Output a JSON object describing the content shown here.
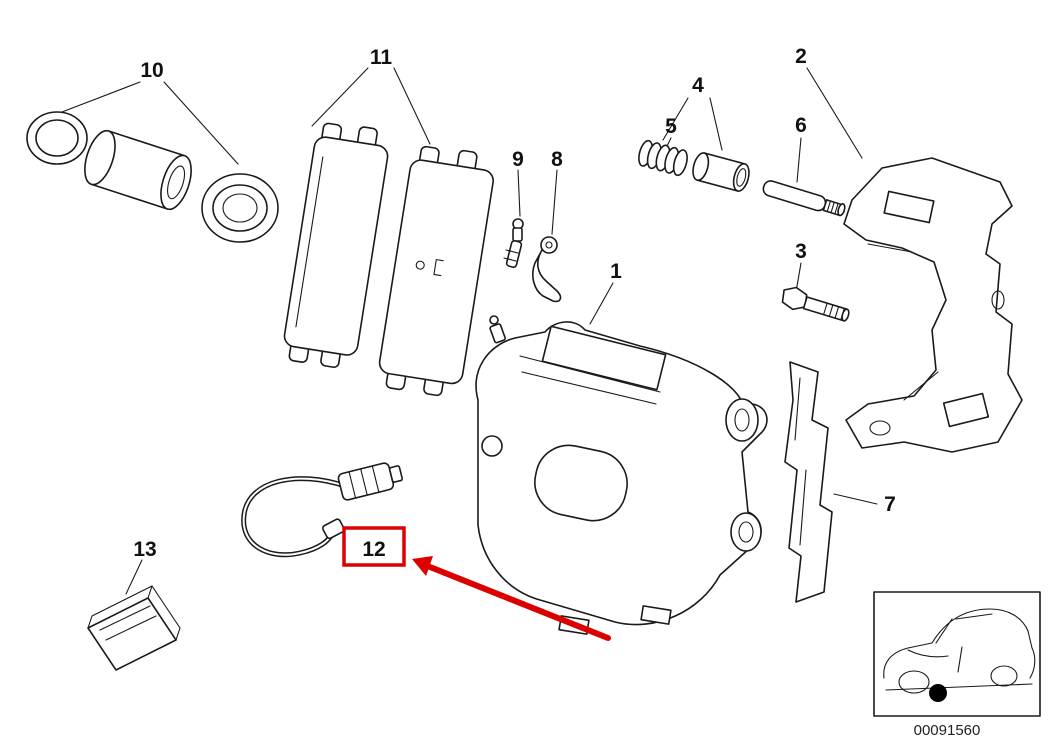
{
  "diagram": {
    "part_number": "00091560",
    "colors": {
      "line": "#1a1a1a",
      "highlight": "#dd0000",
      "background": "#ffffff"
    },
    "callouts": {
      "n1": "1",
      "n2": "2",
      "n3": "3",
      "n4": "4",
      "n5": "5",
      "n6": "6",
      "n7": "7",
      "n8": "8",
      "n9": "9",
      "n10": "10",
      "n11": "11",
      "n12": "12",
      "n13": "13"
    },
    "highlighted_callout": "12"
  }
}
